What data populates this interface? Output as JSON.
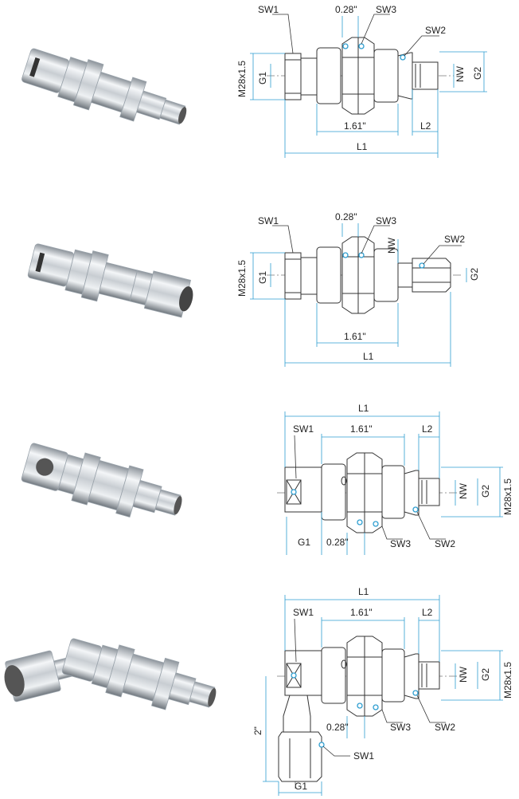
{
  "variants": [
    {
      "photo_label": "Straight connector with male thread end",
      "labels": {
        "sw1": "SW1",
        "sw2": "SW2",
        "sw3": "SW3",
        "nut_width": "0.28\"",
        "thread_m": "M28x1.5",
        "g1": "G1",
        "nw": "NW",
        "g2": "G2",
        "body_len": "1.61\"",
        "l2": "L2",
        "l1": "L1"
      }
    },
    {
      "photo_label": "Straight connector with female thread end",
      "labels": {
        "sw1": "SW1",
        "sw2": "SW2",
        "sw3": "SW3",
        "nut_width": "0.28\"",
        "thread_m": "M28x1.5",
        "g1": "G1",
        "nw": "NW",
        "g2": "G2",
        "body_len": "1.61\"",
        "l1": "L1"
      }
    },
    {
      "photo_label": "Connector with side female port",
      "labels": {
        "l1": "L1",
        "sw1": "SW1",
        "body_len": "1.61\"",
        "l2": "L2",
        "nw": "NW",
        "g2": "G2",
        "thread_m": "M28x1.5",
        "g1": "G1",
        "nut_width": "0.28\"",
        "sw3": "SW3",
        "sw2": "SW2"
      }
    },
    {
      "photo_label": "Connector with swivel elbow",
      "labels": {
        "l1": "L1",
        "sw1": "SW1",
        "body_len": "1.61\"",
        "l2": "L2",
        "nw": "NW",
        "g2": "G2",
        "thread_m": "M28x1.5",
        "elbow_len": "2\"",
        "nut_width": "0.28\"",
        "sw3": "SW3",
        "sw2": "SW2",
        "sw1_lower": "SW1",
        "g1": "G1"
      }
    }
  ]
}
